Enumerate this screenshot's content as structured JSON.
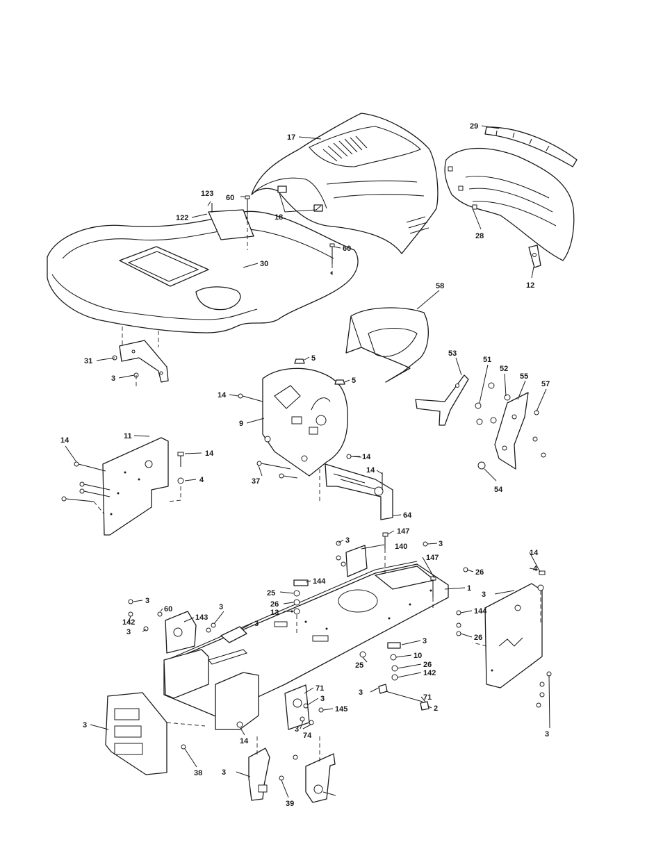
{
  "diagram": {
    "callouts": [
      {
        "id": "c17",
        "text": "17"
      },
      {
        "id": "c29",
        "text": "29"
      },
      {
        "id": "c123",
        "text": "123"
      },
      {
        "id": "c60a",
        "text": "60"
      },
      {
        "id": "c122",
        "text": "122"
      },
      {
        "id": "c18",
        "text": "18"
      },
      {
        "id": "c28",
        "text": "28"
      },
      {
        "id": "c60b",
        "text": "60"
      },
      {
        "id": "c30",
        "text": "30"
      },
      {
        "id": "c12",
        "text": "12"
      },
      {
        "id": "c58",
        "text": "58"
      },
      {
        "id": "c31",
        "text": "31"
      },
      {
        "id": "c3a",
        "text": "3"
      },
      {
        "id": "c5a",
        "text": "5"
      },
      {
        "id": "c5b",
        "text": "5"
      },
      {
        "id": "c53",
        "text": "53"
      },
      {
        "id": "c51",
        "text": "51"
      },
      {
        "id": "c52",
        "text": "52"
      },
      {
        "id": "c55",
        "text": "55"
      },
      {
        "id": "c57",
        "text": "57"
      },
      {
        "id": "c14a",
        "text": "14"
      },
      {
        "id": "c9",
        "text": "9"
      },
      {
        "id": "c14b",
        "text": "14"
      },
      {
        "id": "c11",
        "text": "11"
      },
      {
        "id": "c14c",
        "text": "14"
      },
      {
        "id": "c4a",
        "text": "4"
      },
      {
        "id": "c14d",
        "text": "14"
      },
      {
        "id": "c14e",
        "text": "14"
      },
      {
        "id": "c37",
        "text": "37"
      },
      {
        "id": "c54",
        "text": "54"
      },
      {
        "id": "c64",
        "text": "64"
      },
      {
        "id": "c147a",
        "text": "147"
      },
      {
        "id": "c140",
        "text": "140"
      },
      {
        "id": "c147b",
        "text": "147"
      },
      {
        "id": "c3b",
        "text": "3"
      },
      {
        "id": "c3c",
        "text": "3"
      },
      {
        "id": "c14f",
        "text": "14"
      },
      {
        "id": "c4b",
        "text": "4"
      },
      {
        "id": "c144a",
        "text": "144"
      },
      {
        "id": "c1",
        "text": "1"
      },
      {
        "id": "c26a",
        "text": "26"
      },
      {
        "id": "c25a",
        "text": "25"
      },
      {
        "id": "c26b",
        "text": "26"
      },
      {
        "id": "c13",
        "text": "13"
      },
      {
        "id": "c3d",
        "text": "3"
      },
      {
        "id": "c3e",
        "text": "3"
      },
      {
        "id": "c60c",
        "text": "60"
      },
      {
        "id": "c3f",
        "text": "3"
      },
      {
        "id": "c142a",
        "text": "142"
      },
      {
        "id": "c143",
        "text": "143"
      },
      {
        "id": "c3g",
        "text": "3"
      },
      {
        "id": "c3h",
        "text": "3"
      },
      {
        "id": "c144b",
        "text": "144"
      },
      {
        "id": "c3i",
        "text": "3"
      },
      {
        "id": "c26c",
        "text": "26"
      },
      {
        "id": "c10",
        "text": "10"
      },
      {
        "id": "c25b",
        "text": "25"
      },
      {
        "id": "c26d",
        "text": "26"
      },
      {
        "id": "c142b",
        "text": "142"
      },
      {
        "id": "c71a",
        "text": "71"
      },
      {
        "id": "c3j",
        "text": "3"
      },
      {
        "id": "c3k",
        "text": "3"
      },
      {
        "id": "c145",
        "text": "145"
      },
      {
        "id": "c71b",
        "text": "71"
      },
      {
        "id": "c2",
        "text": "2"
      },
      {
        "id": "c3l",
        "text": "3"
      },
      {
        "id": "c3m",
        "text": "3"
      },
      {
        "id": "c74",
        "text": "74"
      },
      {
        "id": "c14g",
        "text": "14"
      },
      {
        "id": "c3n",
        "text": "3"
      },
      {
        "id": "c38",
        "text": "38"
      },
      {
        "id": "c3o",
        "text": "3"
      },
      {
        "id": "c39",
        "text": "39"
      }
    ]
  }
}
